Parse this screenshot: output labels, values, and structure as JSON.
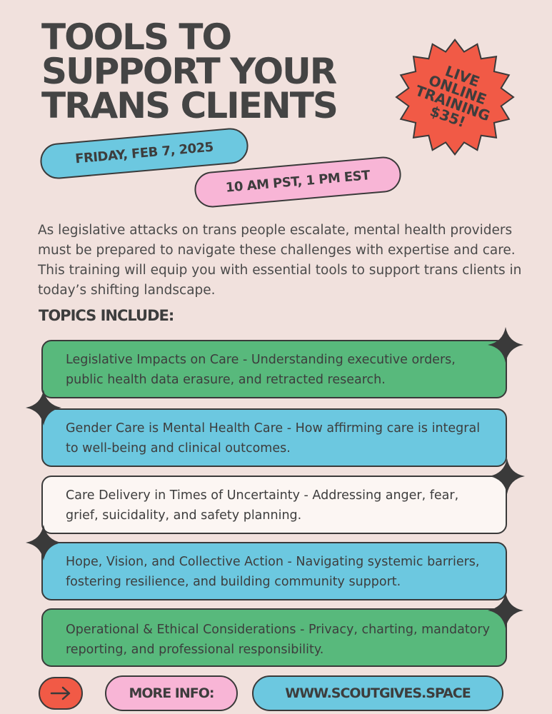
{
  "title": {
    "line1": "TOOLS TO",
    "line2": "SUPPORT YOUR",
    "line3": "TRANS CLIENTS"
  },
  "badge": {
    "line1": "LIVE",
    "line2": "ONLINE",
    "line3": "TRAINING",
    "line4": "$35!"
  },
  "date": "FRIDAY, FEB 7, 2025",
  "time": "10 AM PST, 1 PM EST",
  "intro": "As legislative attacks on trans people escalate, mental health providers must be prepared to navigate these challenges with expertise and care. This training will equip you with essential tools to support trans clients in today’s shifting landscape.",
  "topics_heading": "TOPICS INCLUDE:",
  "topics": [
    {
      "text": "Legislative Impacts on Care - Understanding executive orders, public health data erasure, and retracted research."
    },
    {
      "text": "Gender Care is Mental Health Care - How affirming care is integral to well-being and clinical outcomes."
    },
    {
      "text": "Care Delivery in Times of Uncertainty - Addressing anger, fear, grief, suicidality, and safety planning."
    },
    {
      "text": "Hope, Vision, and Collective Action - Navigating systemic barriers, fostering resilience, and building community support."
    },
    {
      "text": " Operational & Ethical Considerations - Privacy, charting, mandatory reporting, and professional responsibility."
    }
  ],
  "footer": {
    "more_info": "MORE INFO:",
    "url": "WWW.SCOUTGIVES.SPACE",
    "arrow_icon": "arrow-right-icon"
  },
  "colors": {
    "background": "#f1e1dd",
    "blue": "#6cc8e0",
    "pink": "#f8b5d6",
    "green": "#58b97c",
    "coral": "#f15a46",
    "dark": "#3a3a3a"
  }
}
